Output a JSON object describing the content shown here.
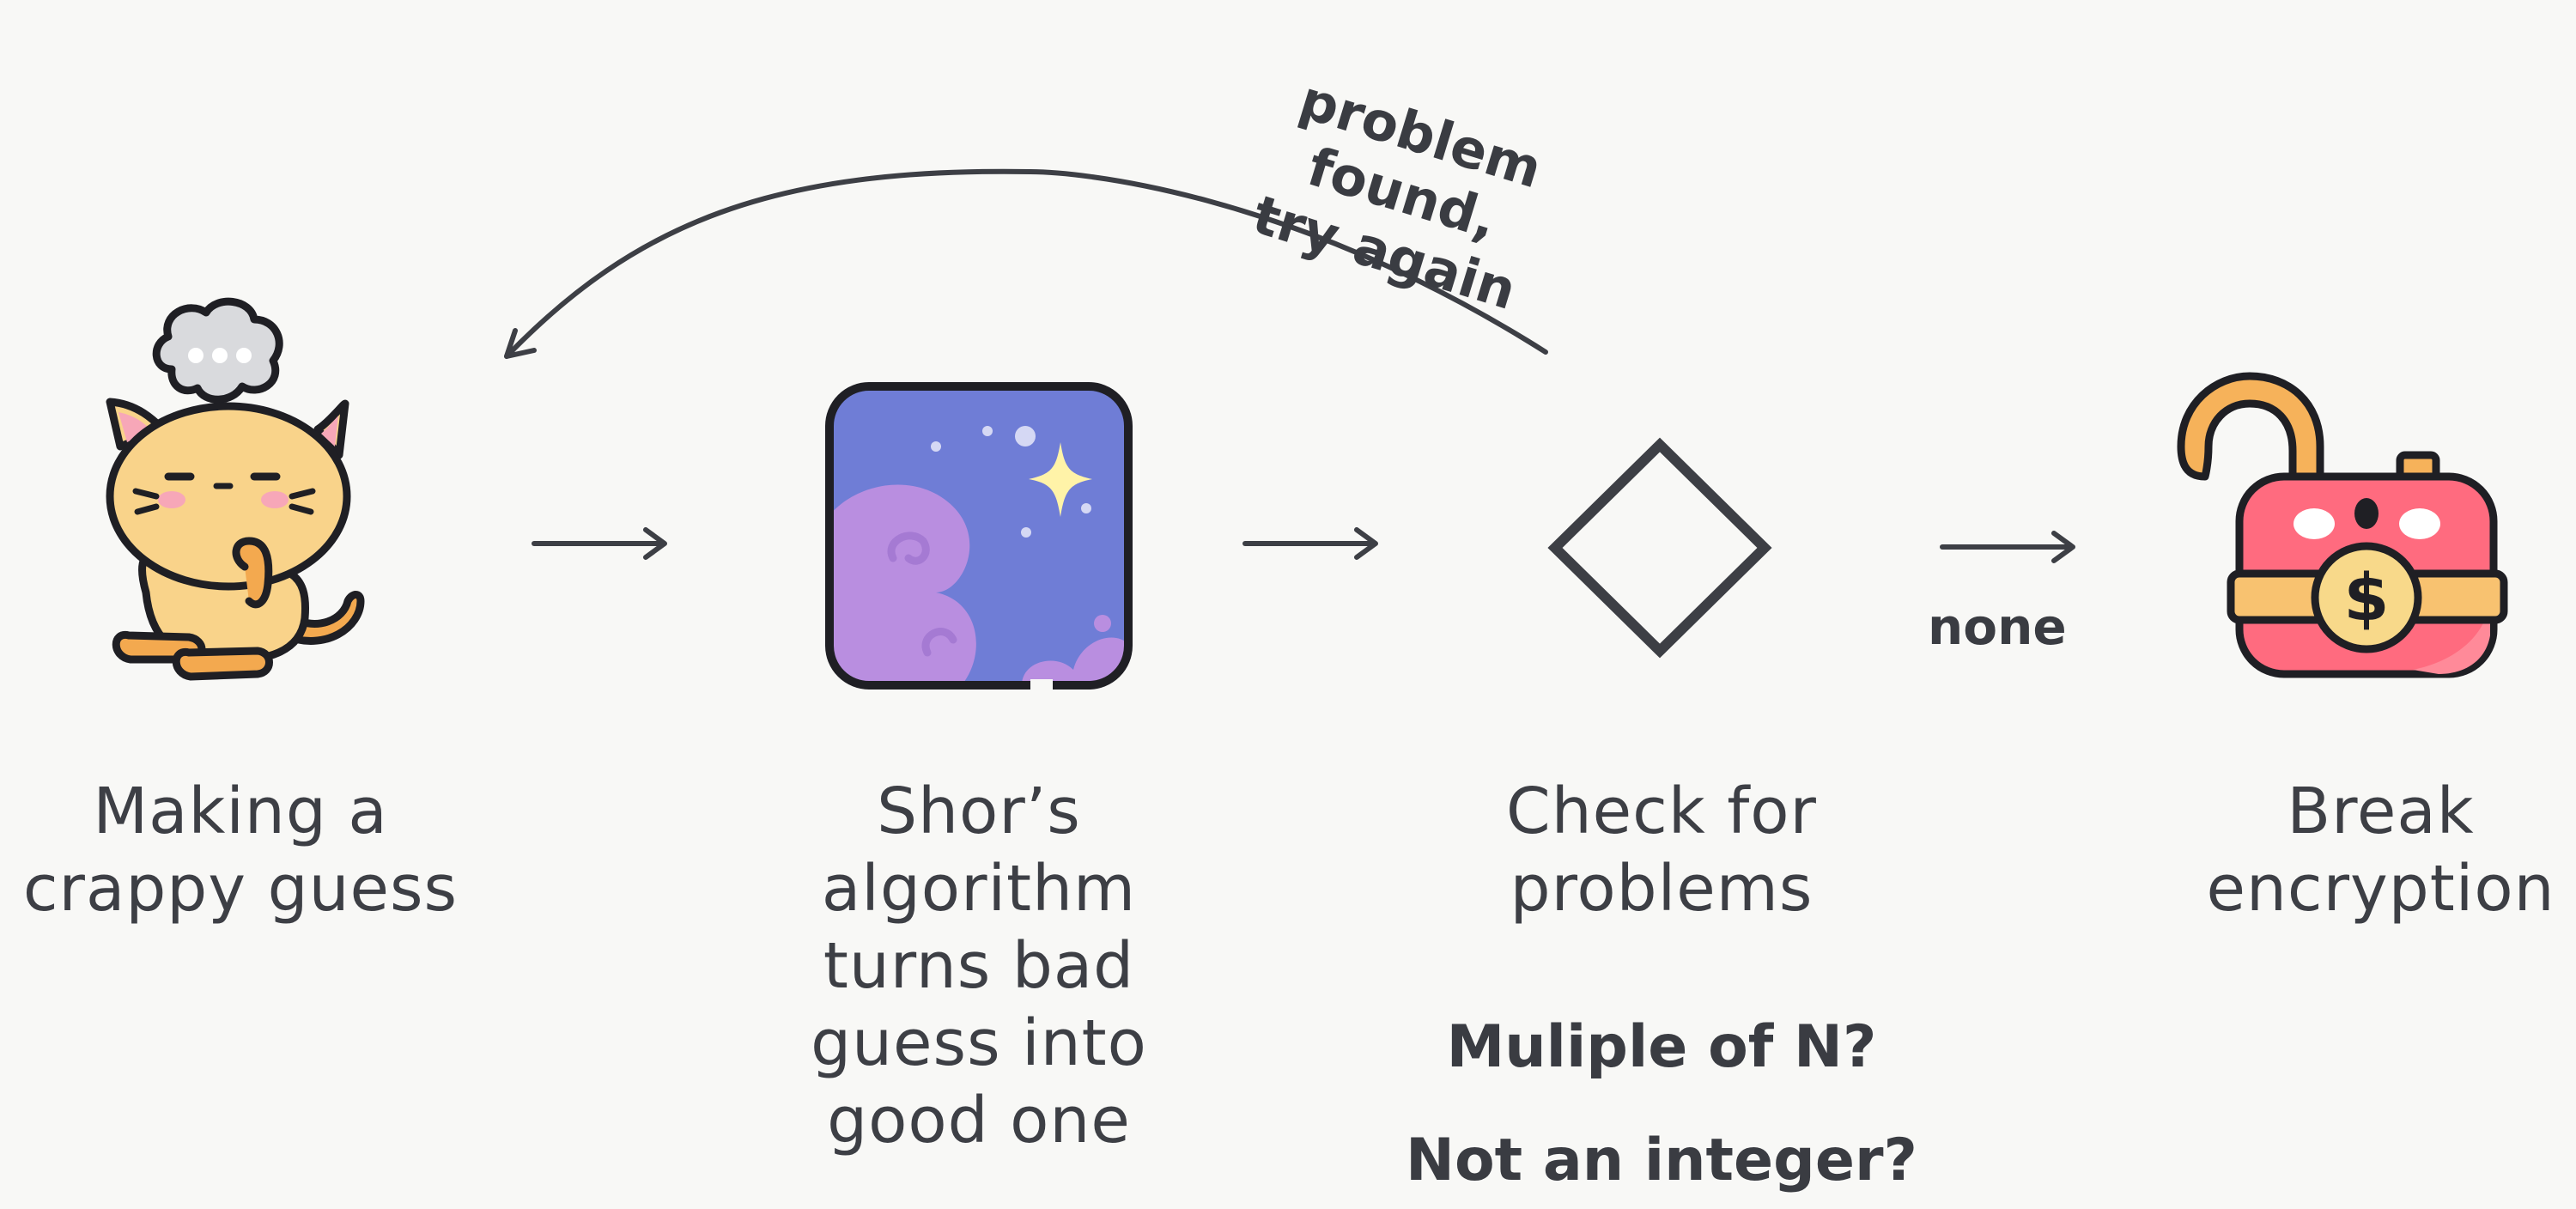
{
  "loop_label": "problem found,\ntry again",
  "steps": [
    {
      "label": "Making a\ncrappy guess",
      "icon": "thinking-cat-icon"
    },
    {
      "label": "Shor’s\nalgorithm\nturns bad\nguess into\ngood one",
      "icon": "night-sky-icon"
    },
    {
      "label": "Check for\nproblems",
      "icon": "decision-diamond-icon"
    },
    {
      "label": "Break\nencryption",
      "icon": "unlocked-money-padlock-icon"
    }
  ],
  "edge_label_none": "none",
  "checks": [
    "Muliple of N?",
    "Not an integer?"
  ],
  "colors": {
    "background": "#f8f8f6",
    "ink": "#3d3f45",
    "cat": "#f9d38a",
    "cat_accent": "#f3a94f",
    "sky": "#6f7dd6",
    "clouds": "#b98ee0",
    "lock_body": "#ff6b7f",
    "lock_band": "#f8c270",
    "shackle": "#f6b25a"
  }
}
